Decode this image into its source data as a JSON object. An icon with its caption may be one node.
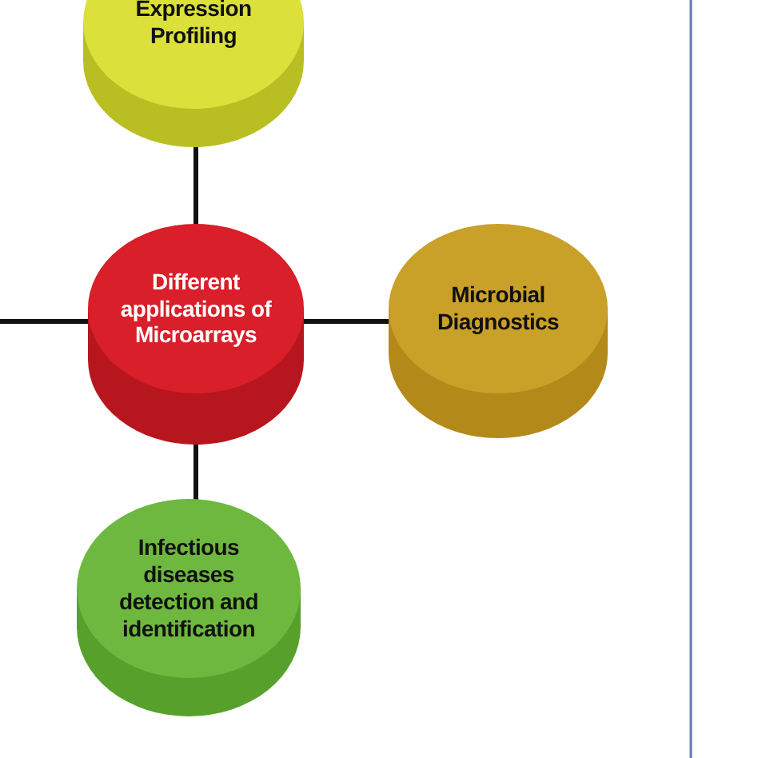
{
  "diagram": {
    "nodes": [
      {
        "text": [
          "Expression Profiling"
        ]
      },
      {
        "text": [
          "Different applications of Microarrays"
        ]
      },
      {
        "text": [
          "Microbial Diagnostics"
        ]
      },
      {
        "text": [
          "Infectious diseases detection and identification"
        ]
      }
    ],
    "edges": [
      {
        "from": 1,
        "to": 0,
        "arrow": "none"
      },
      {
        "from": 1,
        "to": 2,
        "arrow": "none"
      },
      {
        "from": 1,
        "to": 3,
        "arrow": "none"
      },
      {
        "from": 1,
        "to": null,
        "arrow": "none"
      }
    ]
  }
}
